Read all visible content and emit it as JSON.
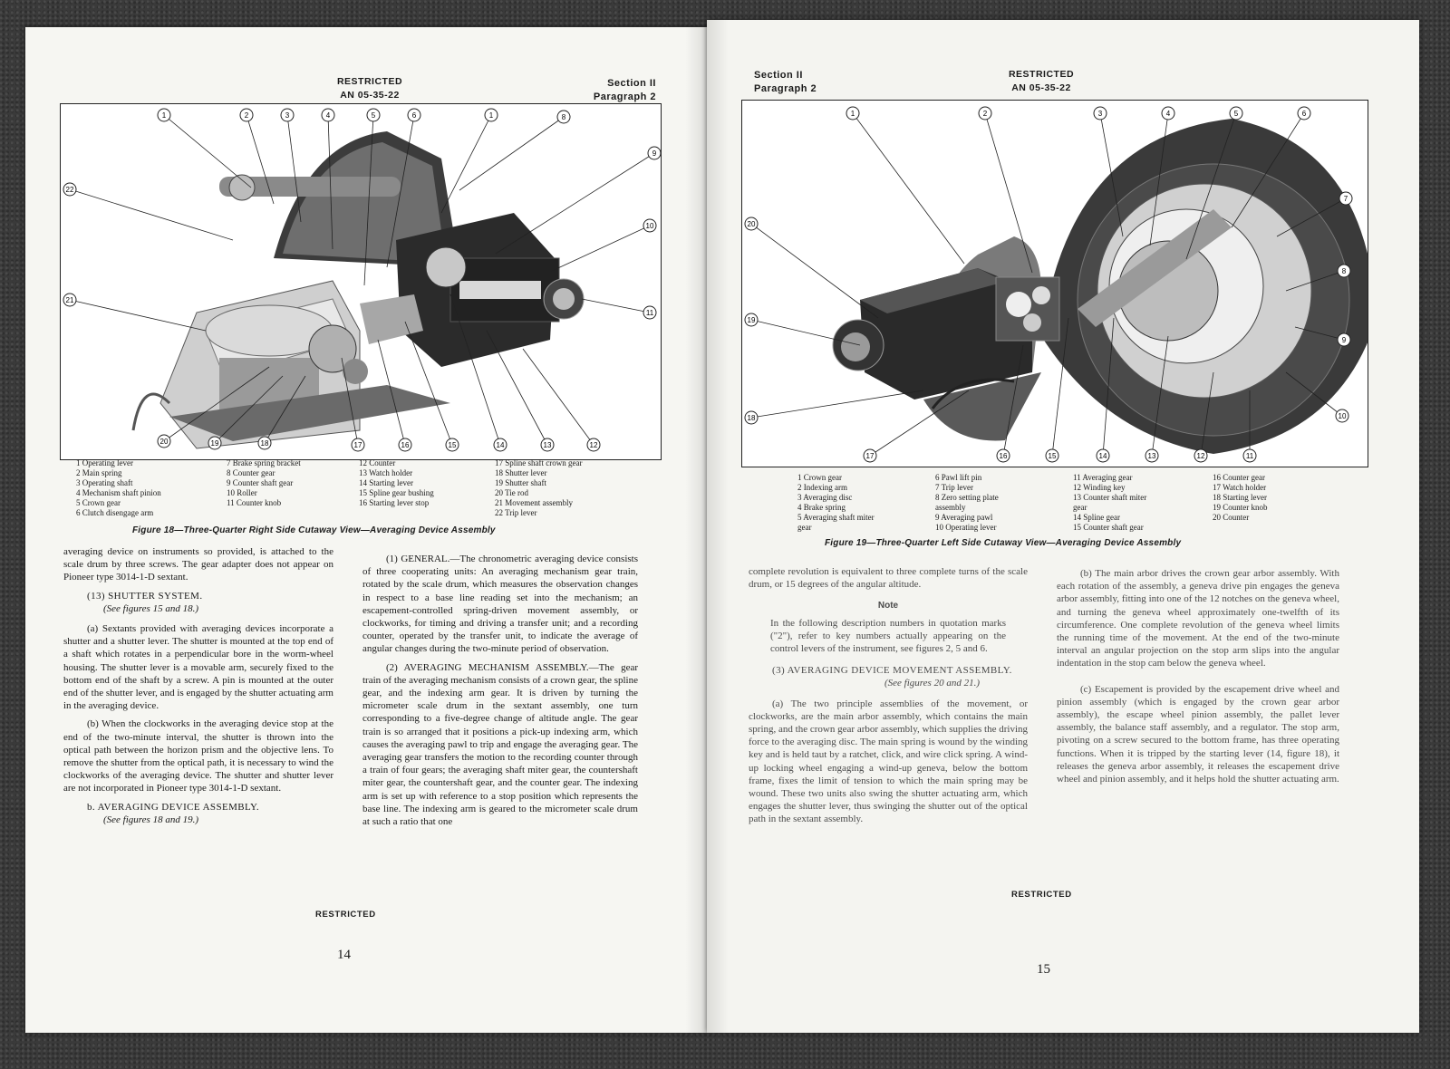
{
  "left_page": {
    "header_center": [
      "RESTRICTED",
      "AN 05-35-22"
    ],
    "header_right": [
      "Section II",
      "Paragraph 2"
    ],
    "figure_callouts_top": [
      "1",
      "2",
      "3",
      "4",
      "5",
      "6",
      "1",
      "8"
    ],
    "figure_callouts_right": [
      "9",
      "10",
      "11"
    ],
    "figure_callouts_left": [
      "22",
      "21"
    ],
    "figure_callouts_bottom": [
      "20",
      "19",
      "18",
      "17",
      "16",
      "15",
      "14",
      "13",
      "12"
    ],
    "legend": [
      [
        "1  Operating lever",
        "2  Main spring",
        "3  Operating shaft",
        "4  Mechanism shaft pinion",
        "5  Crown gear",
        "6  Clutch disengage arm"
      ],
      [
        "7  Brake spring bracket",
        "8  Counter gear",
        "9  Counter shaft gear",
        "10  Roller",
        "11  Counter knob"
      ],
      [
        "12  Counter",
        "13  Watch holder",
        "14  Starting lever",
        "15  Spline gear bushing",
        "16  Starting lever stop"
      ],
      [
        "17  Spline shaft crown gear",
        "18  Shutter lever",
        "19  Shutter shaft",
        "20  Tie rod",
        "21  Movement assembly",
        "22  Trip lever"
      ]
    ],
    "caption": "Figure 18—Three-Quarter Right Side Cutaway View—Averaging Device Assembly",
    "col1": {
      "p0": "averaging device on instruments so provided, is attached to the scale drum by three screws. The gear adapter does not appear on Pioneer type 3014-1-D sextant.",
      "heading13": "(13) SHUTTER SYSTEM.",
      "see13": "(See figures 15 and 18.)",
      "pa": "(a) Sextants provided with averaging devices incorporate a shutter and a shutter lever. The shutter is mounted at the top end of a shaft which rotates in a perpendicular bore in the worm-wheel housing. The shutter lever is a movable arm, securely fixed to the bottom end of the shaft by a screw. A pin is mounted at the outer end of the shutter lever, and is engaged by the shutter actuating arm in the averaging device.",
      "pb": "(b) When the clockworks in the averaging device stop at the end of the two-minute interval, the shutter is thrown into the optical path between the horizon prism and the objective lens. To remove the shutter from the optical path, it is necessary to wind the clockworks of the averaging device. The shutter and shutter lever are not incorporated in Pioneer type 3014-1-D sextant.",
      "headingb": "b. AVERAGING DEVICE ASSEMBLY.",
      "seeb": "(See figures 18 and 19.)"
    },
    "col2": {
      "p1": "(1) GENERAL.—The chronometric averaging device consists of three cooperating units: An averaging mechanism gear train, rotated by the scale drum, which measures the observation changes in respect to a base line reading set into the mechanism; an escapement-controlled spring-driven movement assembly, or clockworks, for timing and driving a transfer unit; and a recording counter, operated by the transfer unit, to indicate the average of angular changes during the two-minute period of observation.",
      "p2": "(2) AVERAGING MECHANISM ASSEMBLY.—The gear train of the averaging mechanism consists of a crown gear, the spline gear, and the indexing arm gear. It is driven by turning the micrometer scale drum in the sextant assembly, one turn corresponding to a five-degree change of altitude angle. The gear train is so arranged that it positions a pick-up indexing arm, which causes the averaging pawl to trip and engage the averaging gear. The averaging gear transfers the motion to the recording counter through a train of four gears; the averaging shaft miter gear, the countershaft miter gear, the countershaft gear, and the counter gear. The indexing arm is set up with reference to a stop position which represents the base line. The indexing arm is geared to the micrometer scale drum at such a ratio that one"
    },
    "footer": "RESTRICTED",
    "page_number": "14"
  },
  "right_page": {
    "header_left": [
      "Section II",
      "Paragraph 2"
    ],
    "header_center": [
      "RESTRICTED",
      "AN 05-35-22"
    ],
    "figure_callouts_top": [
      "1",
      "2",
      "3",
      "4",
      "5",
      "6"
    ],
    "figure_callouts_right": [
      "7",
      "8",
      "9",
      "10"
    ],
    "figure_callouts_left": [
      "20",
      "19",
      "18"
    ],
    "figure_callouts_bottom": [
      "17",
      "16",
      "15",
      "14",
      "13",
      "12",
      "11"
    ],
    "legend": [
      [
        "1  Crown gear",
        "2  Indexing arm",
        "3  Averaging disc",
        "4  Brake spring",
        "5  Averaging shaft miter",
        "    gear"
      ],
      [
        "6  Pawl lift pin",
        "7  Trip lever",
        "8  Zero setting plate",
        "    assembly",
        "9  Averaging pawl",
        "10  Operating lever"
      ],
      [
        "11  Averaging gear",
        "12  Winding key",
        "13  Counter shaft miter",
        "    gear",
        "14  Spline gear",
        "15  Counter shaft gear"
      ],
      [
        "16  Counter gear",
        "17  Watch holder",
        "18  Starting lever",
        "19  Counter knob",
        "20  Counter"
      ]
    ],
    "caption": "Figure 19—Three-Quarter Left Side Cutaway View—Averaging Device Assembly",
    "col1": {
      "p0": "complete revolution is equivalent to three complete turns of the scale drum, or 15 degrees of the angular altitude.",
      "note_title": "Note",
      "note_body": "In the following description numbers in quotation marks (\"2\"), refer to key numbers actually appearing on the control levers of the instrument, see figures 2, 5 and 6.",
      "heading3": "(3) AVERAGING DEVICE MOVEMENT ASSEMBLY.",
      "see3": "(See figures 20 and 21.)",
      "pa": "(a) The two principle assemblies of the movement, or clockworks, are the main arbor assembly, which contains the main spring, and the crown gear arbor assembly, which supplies the driving force to the averaging disc. The main spring is wound by the winding key and is held taut by a ratchet, click, and wire click spring. A wind-up locking wheel engaging a wind-up geneva, below the bottom frame, fixes the limit of tension to which the main spring may be wound. These two units also swing the shutter actuating arm, which engages the shutter lever, thus swinging the shutter out of the optical path in the sextant assembly."
    },
    "col2": {
      "pb": "(b) The main arbor drives the crown gear arbor assembly. With each rotation of the assembly, a geneva drive pin engages the geneva arbor assembly, fitting into one of the 12 notches on the geneva wheel, and turning the geneva wheel approximately one-twelfth of its circumference. One complete revolution of the geneva wheel limits the running time of the movement. At the end of the two-minute interval an angular projection on the stop arm slips into the angular indentation in the stop cam below the geneva wheel.",
      "pc": "(c) Escapement is provided by the escapement drive wheel and pinion assembly (which is engaged by the crown gear arbor assembly), the escape wheel pinion assembly, the pallet lever assembly, the balance staff assembly, and a regulator. The stop arm, pivoting on a screw secured to the bottom frame, has three operating functions. When it is tripped by the starting lever (14, figure 18), it releases the geneva arbor assembly, it releases the escapement drive wheel and pinion assembly, and it helps hold the shutter actuating arm."
    },
    "footer": "RESTRICTED",
    "page_number": "15"
  }
}
